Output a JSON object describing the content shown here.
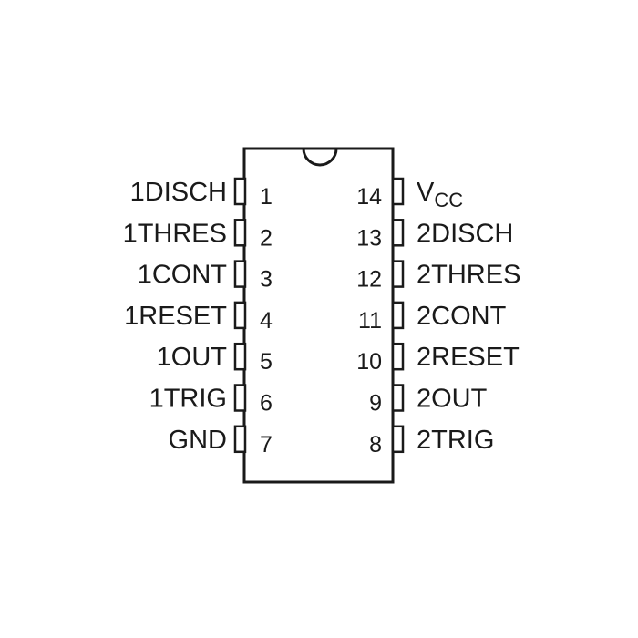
{
  "left_pins": [
    {
      "number": "1",
      "label": "1DISCH"
    },
    {
      "number": "2",
      "label": "1THRES"
    },
    {
      "number": "3",
      "label": "1CONT"
    },
    {
      "number": "4",
      "label": "1RESET"
    },
    {
      "number": "5",
      "label": "1OUT"
    },
    {
      "number": "6",
      "label": "1TRIG"
    },
    {
      "number": "7",
      "label": "GND"
    }
  ],
  "right_pins": [
    {
      "number": "14",
      "label": "V",
      "subscript": "CC"
    },
    {
      "number": "13",
      "label": "2DISCH"
    },
    {
      "number": "12",
      "label": "2THRES"
    },
    {
      "number": "11",
      "label": "2CONT"
    },
    {
      "number": "10",
      "label": "2RESET"
    },
    {
      "number": "9",
      "label": "2OUT"
    },
    {
      "number": "8",
      "label": "2TRIG"
    }
  ]
}
